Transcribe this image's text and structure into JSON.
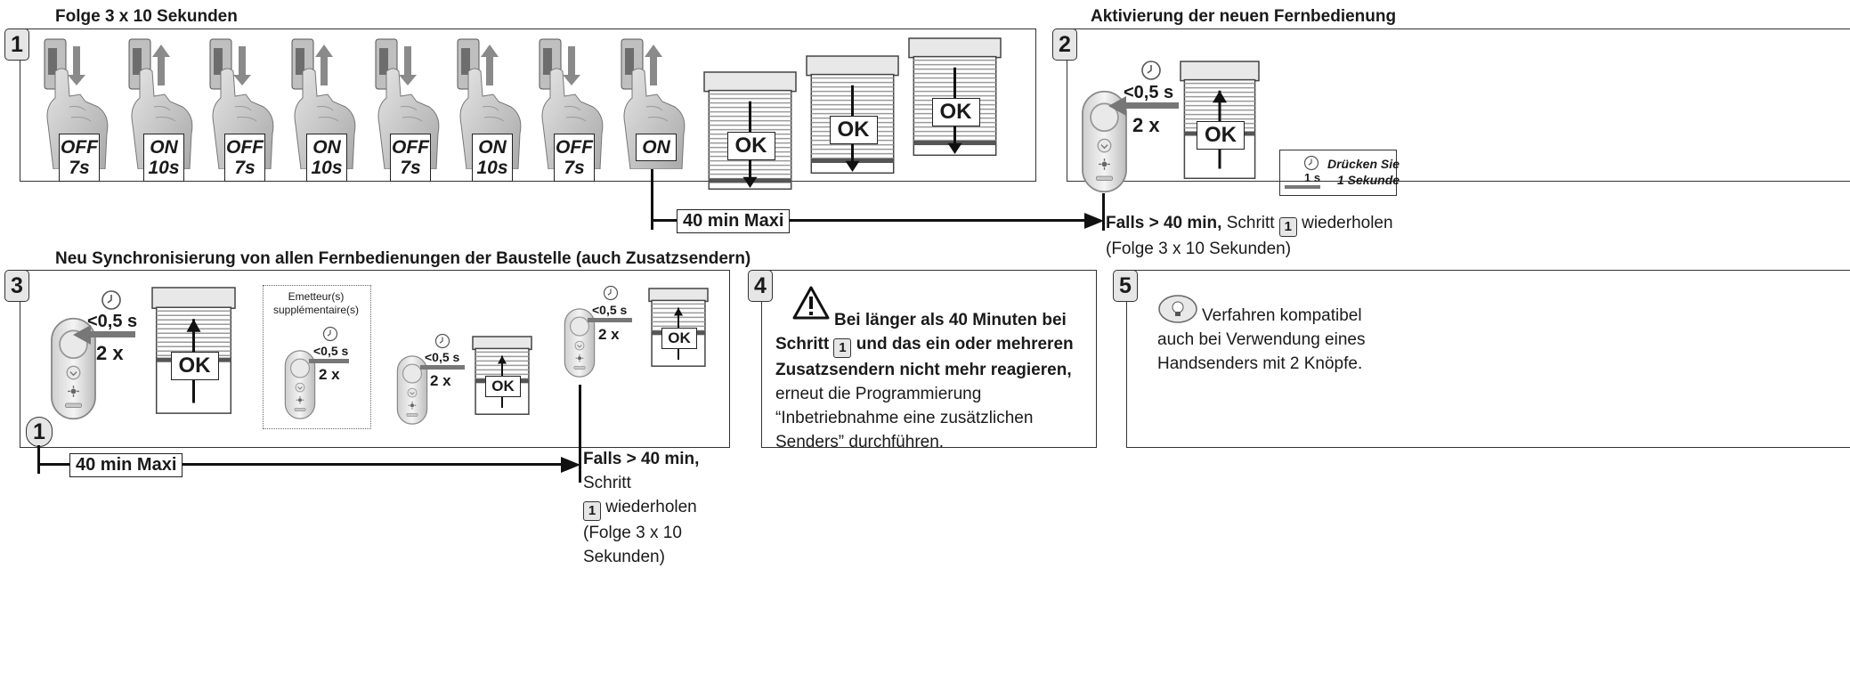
{
  "section1": {
    "title": "Folge 3 x 10 Sekunden",
    "number": "1",
    "steps": [
      {
        "state": "OFF",
        "duration": "7s"
      },
      {
        "state": "ON",
        "duration": "10s"
      },
      {
        "state": "OFF",
        "duration": "7s"
      },
      {
        "state": "ON",
        "duration": "10s"
      },
      {
        "state": "OFF",
        "duration": "7s"
      },
      {
        "state": "ON",
        "duration": "10s"
      },
      {
        "state": "OFF",
        "duration": "7s"
      },
      {
        "state": "ON",
        "duration": ""
      }
    ],
    "ok_label": "OK",
    "timer_label": "40 min Maxi",
    "falls_bold": "Falls > 40 min,",
    "falls_rest": " Schritt ",
    "falls_step": "1",
    "falls_end": " wiederholen",
    "falls_line2": "(Folge 3 x 10 Sekunden)"
  },
  "section2": {
    "title": "Aktivierung der neuen Fernbedienung",
    "number": "2",
    "time": "<0,5 s",
    "count": "2 x",
    "ok_label": "OK",
    "press_time": "1 s",
    "press_text_1": "Drücken Sie",
    "press_text_2": "1 Sekunde"
  },
  "section3": {
    "title": "Neu Synchronisierung von allen Fernbedienungen der Baustelle (auch Zusatzsendern)",
    "number": "3",
    "time": "<0,5 s",
    "count": "2 x",
    "ok_label": "OK",
    "extra_label_1": "Emetteur(s)",
    "extra_label_2": "supplémentaire(s)",
    "step_marker": "1",
    "timer_label": "40 min Maxi",
    "falls_bold": "Falls > 40 min,",
    "falls_rest": " Schritt",
    "falls_step": "1",
    "falls_l2": " wiederholen",
    "falls_l3": "(Folge 3 x 10",
    "falls_l4": "Sekunden)"
  },
  "section4": {
    "number": "4",
    "bold_1": "Bei länger als 40 Minuten bei",
    "bold_2a": "Schritt ",
    "bold_2step": "1",
    "bold_2b": " und das ein oder mehreren",
    "bold_3": "Zusatzsendern nicht mehr reagieren,",
    "line_4": "erneut die Programmierung",
    "line_5": "“Inbetriebnahme eine zusätzlichen",
    "line_6": "Senders” durchführen."
  },
  "section5": {
    "number": "5",
    "line_1": "Verfahren kompatibel",
    "line_2": "auch bei Verwendung eines",
    "line_3": "Handsenders mit 2 Knöpfe."
  }
}
